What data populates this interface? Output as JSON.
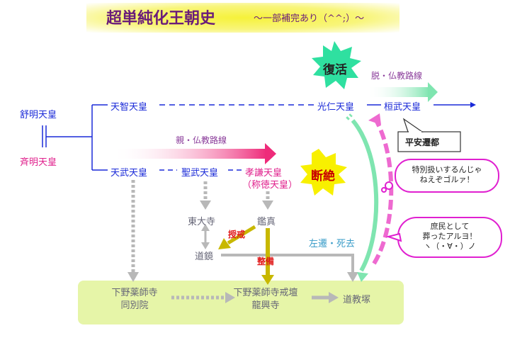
{
  "title": "超単純化王朝史",
  "subtitle": "〜一部補完あり（^^;）〜",
  "nodes": {
    "jomei": "舒明天皇",
    "saimei": "斉明天皇",
    "tenji": "天智天皇",
    "tenmu": "天武天皇",
    "shomu": "聖武天皇",
    "koken": "孝謙天皇",
    "shotoku": "（称徳天皇）",
    "konin": "光仁天皇",
    "kanmu": "桓武天皇",
    "todaiji": "東大寺",
    "ganjin": "鑑真",
    "dokyo": "道鏡",
    "shimotsuke_betsuin_1": "下野薬師寺",
    "shimotsuke_betsuin_2": "同別院",
    "shimotsuke_kaidan_1": "下野薬師寺戒壇",
    "shimotsuke_kaidan_2": "龍興寺",
    "dokyozuka": "道教塚"
  },
  "labels": {
    "shin_bukkyo": "親・仏教路線",
    "datsu_bukkyo": "脱・仏教路線",
    "fukkatsu": "復活",
    "danzetsu": "断絶",
    "jukai": "授戒",
    "seibi": "整備",
    "sasen_shikyo": "左遷・死去",
    "heian_sento": "平安遷都"
  },
  "bubbles": {
    "tokubetsu_1": "特別扱いするんじゃ",
    "tokubetsu_2": "ねえぞゴルァ！",
    "shomin_1": "庶民として",
    "shomin_2": "葬ったアルヨ！",
    "shomin_3": "ヽ（・∀・）ノ"
  },
  "colors": {
    "blue": "#1a2ad8",
    "pink": "#e0208c",
    "purple": "#8a3b9a",
    "green_arrow": "#7fe5b0",
    "gray_arrow": "#b8b8b8",
    "burst_green": "#2fe0a0",
    "burst_yellow": "#f8f000",
    "bottom_band": "#e6f5a8",
    "title": "#6a1c7a"
  }
}
